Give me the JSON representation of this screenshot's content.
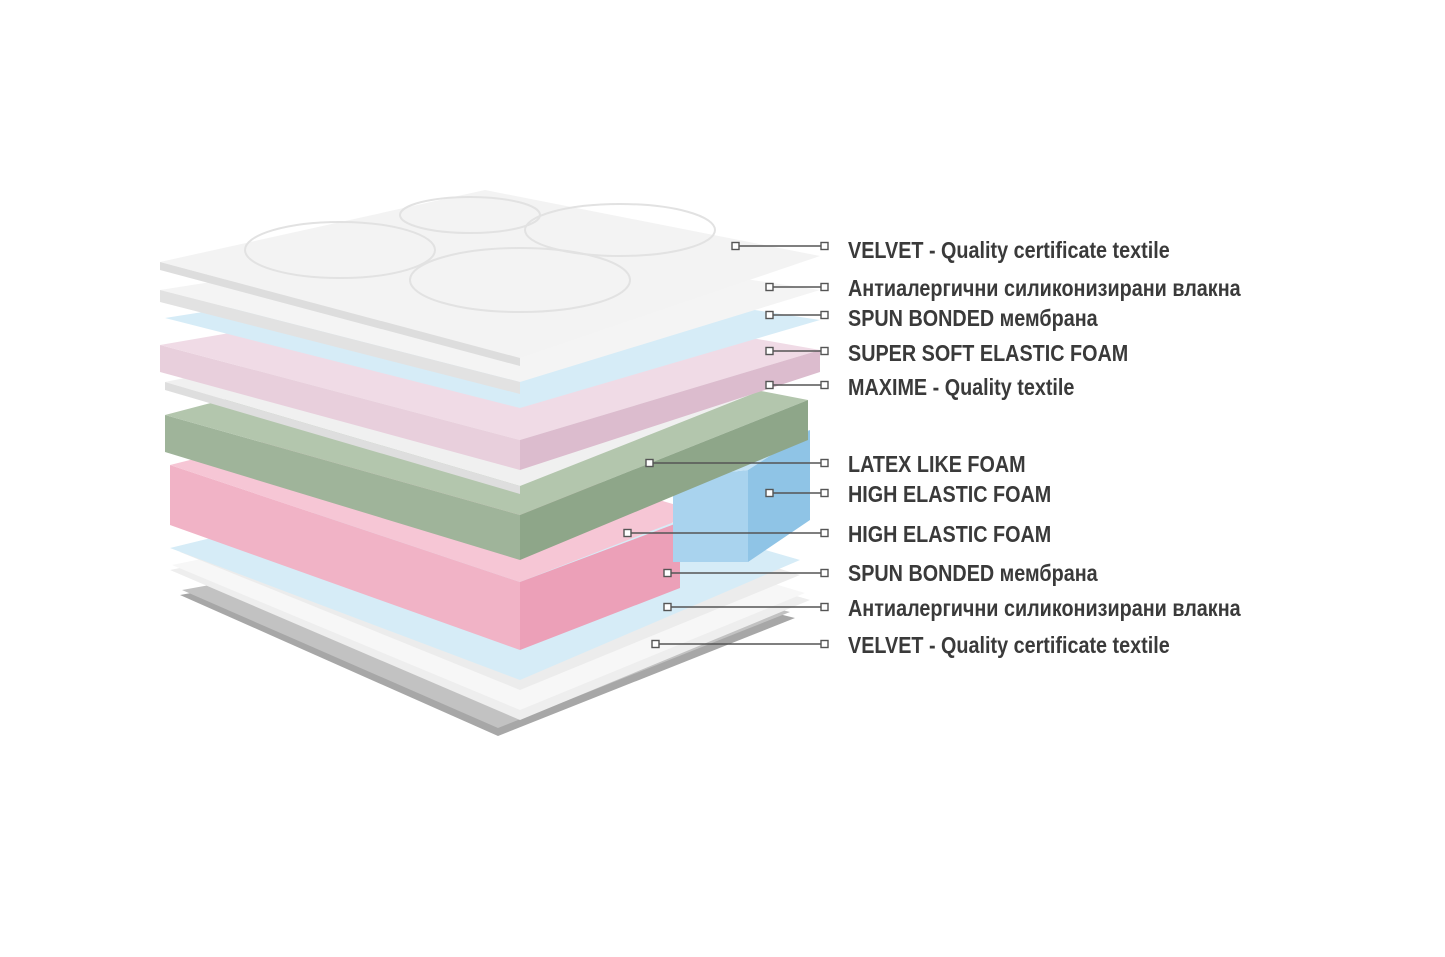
{
  "colors": {
    "text": "#3a3a3a",
    "connector": "#555555",
    "white_layer": "#f3f3f3",
    "spun_blue": "#d6ecf7",
    "soft_pink": "#f0dbe6",
    "latex_green": "#9fb49a",
    "high_elastic_blue": "#a9d3ee",
    "high_elastic_pink": "#f1b3c6",
    "base_grey": "#a7a7a7"
  },
  "callouts": [
    {
      "label": "VELVET - Quality certificate textile"
    },
    {
      "label": "Антиалергични силиконизирани влакна"
    },
    {
      "label": "SPUN BONDED мембрана"
    },
    {
      "label": "SUPER SOFT ELASTIC FOAM"
    },
    {
      "label": "MAXIME - Quality textile"
    },
    {
      "label": "LATEX LIKE FOAM"
    },
    {
      "label": "HIGH ELASTIC FOAM"
    },
    {
      "label": "HIGH ELASTIC FOAM"
    },
    {
      "label": "SPUN BONDED мембрана"
    },
    {
      "label": "Антиалергични силиконизирани влакна"
    },
    {
      "label": "VELVET - Quality certificate textile"
    }
  ]
}
